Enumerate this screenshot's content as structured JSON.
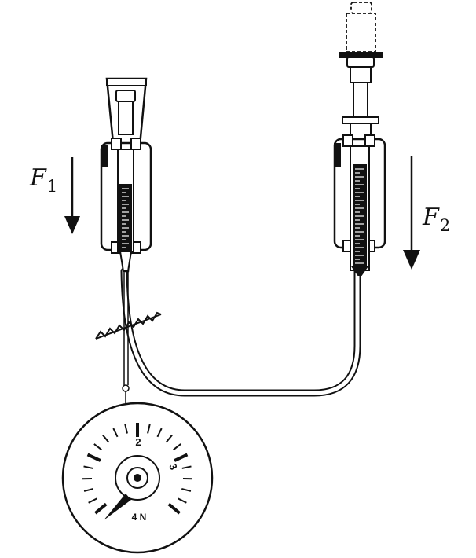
{
  "labels": {
    "force1_symbol": "F",
    "force1_subscript": "1",
    "force2_symbol": "F",
    "force2_subscript": "2"
  },
  "gauge": {
    "tick_2": "2",
    "tick_3": "3",
    "max_label": "4 N"
  },
  "colors": {
    "ink": "#111111",
    "paper": "#ffffff"
  }
}
